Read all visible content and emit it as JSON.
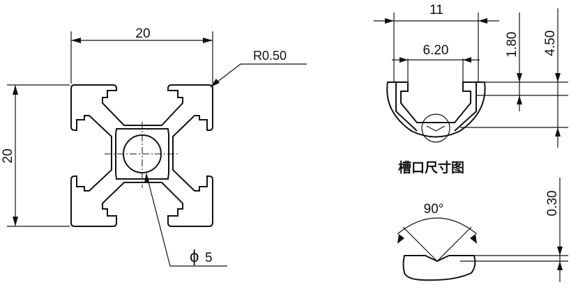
{
  "profile": {
    "width_dim": "20",
    "height_dim": "20",
    "radius_label": "R0.50",
    "hole_label": "5",
    "hole_symbol": "ϕ"
  },
  "slot": {
    "opening_dim": "11",
    "inner_dim": "6.20",
    "lip_dim": "1.80",
    "depth_dim": "4.50",
    "caption": "槽口尺寸图"
  },
  "groove": {
    "angle_label": "90°",
    "depth_dim": "0.30"
  }
}
